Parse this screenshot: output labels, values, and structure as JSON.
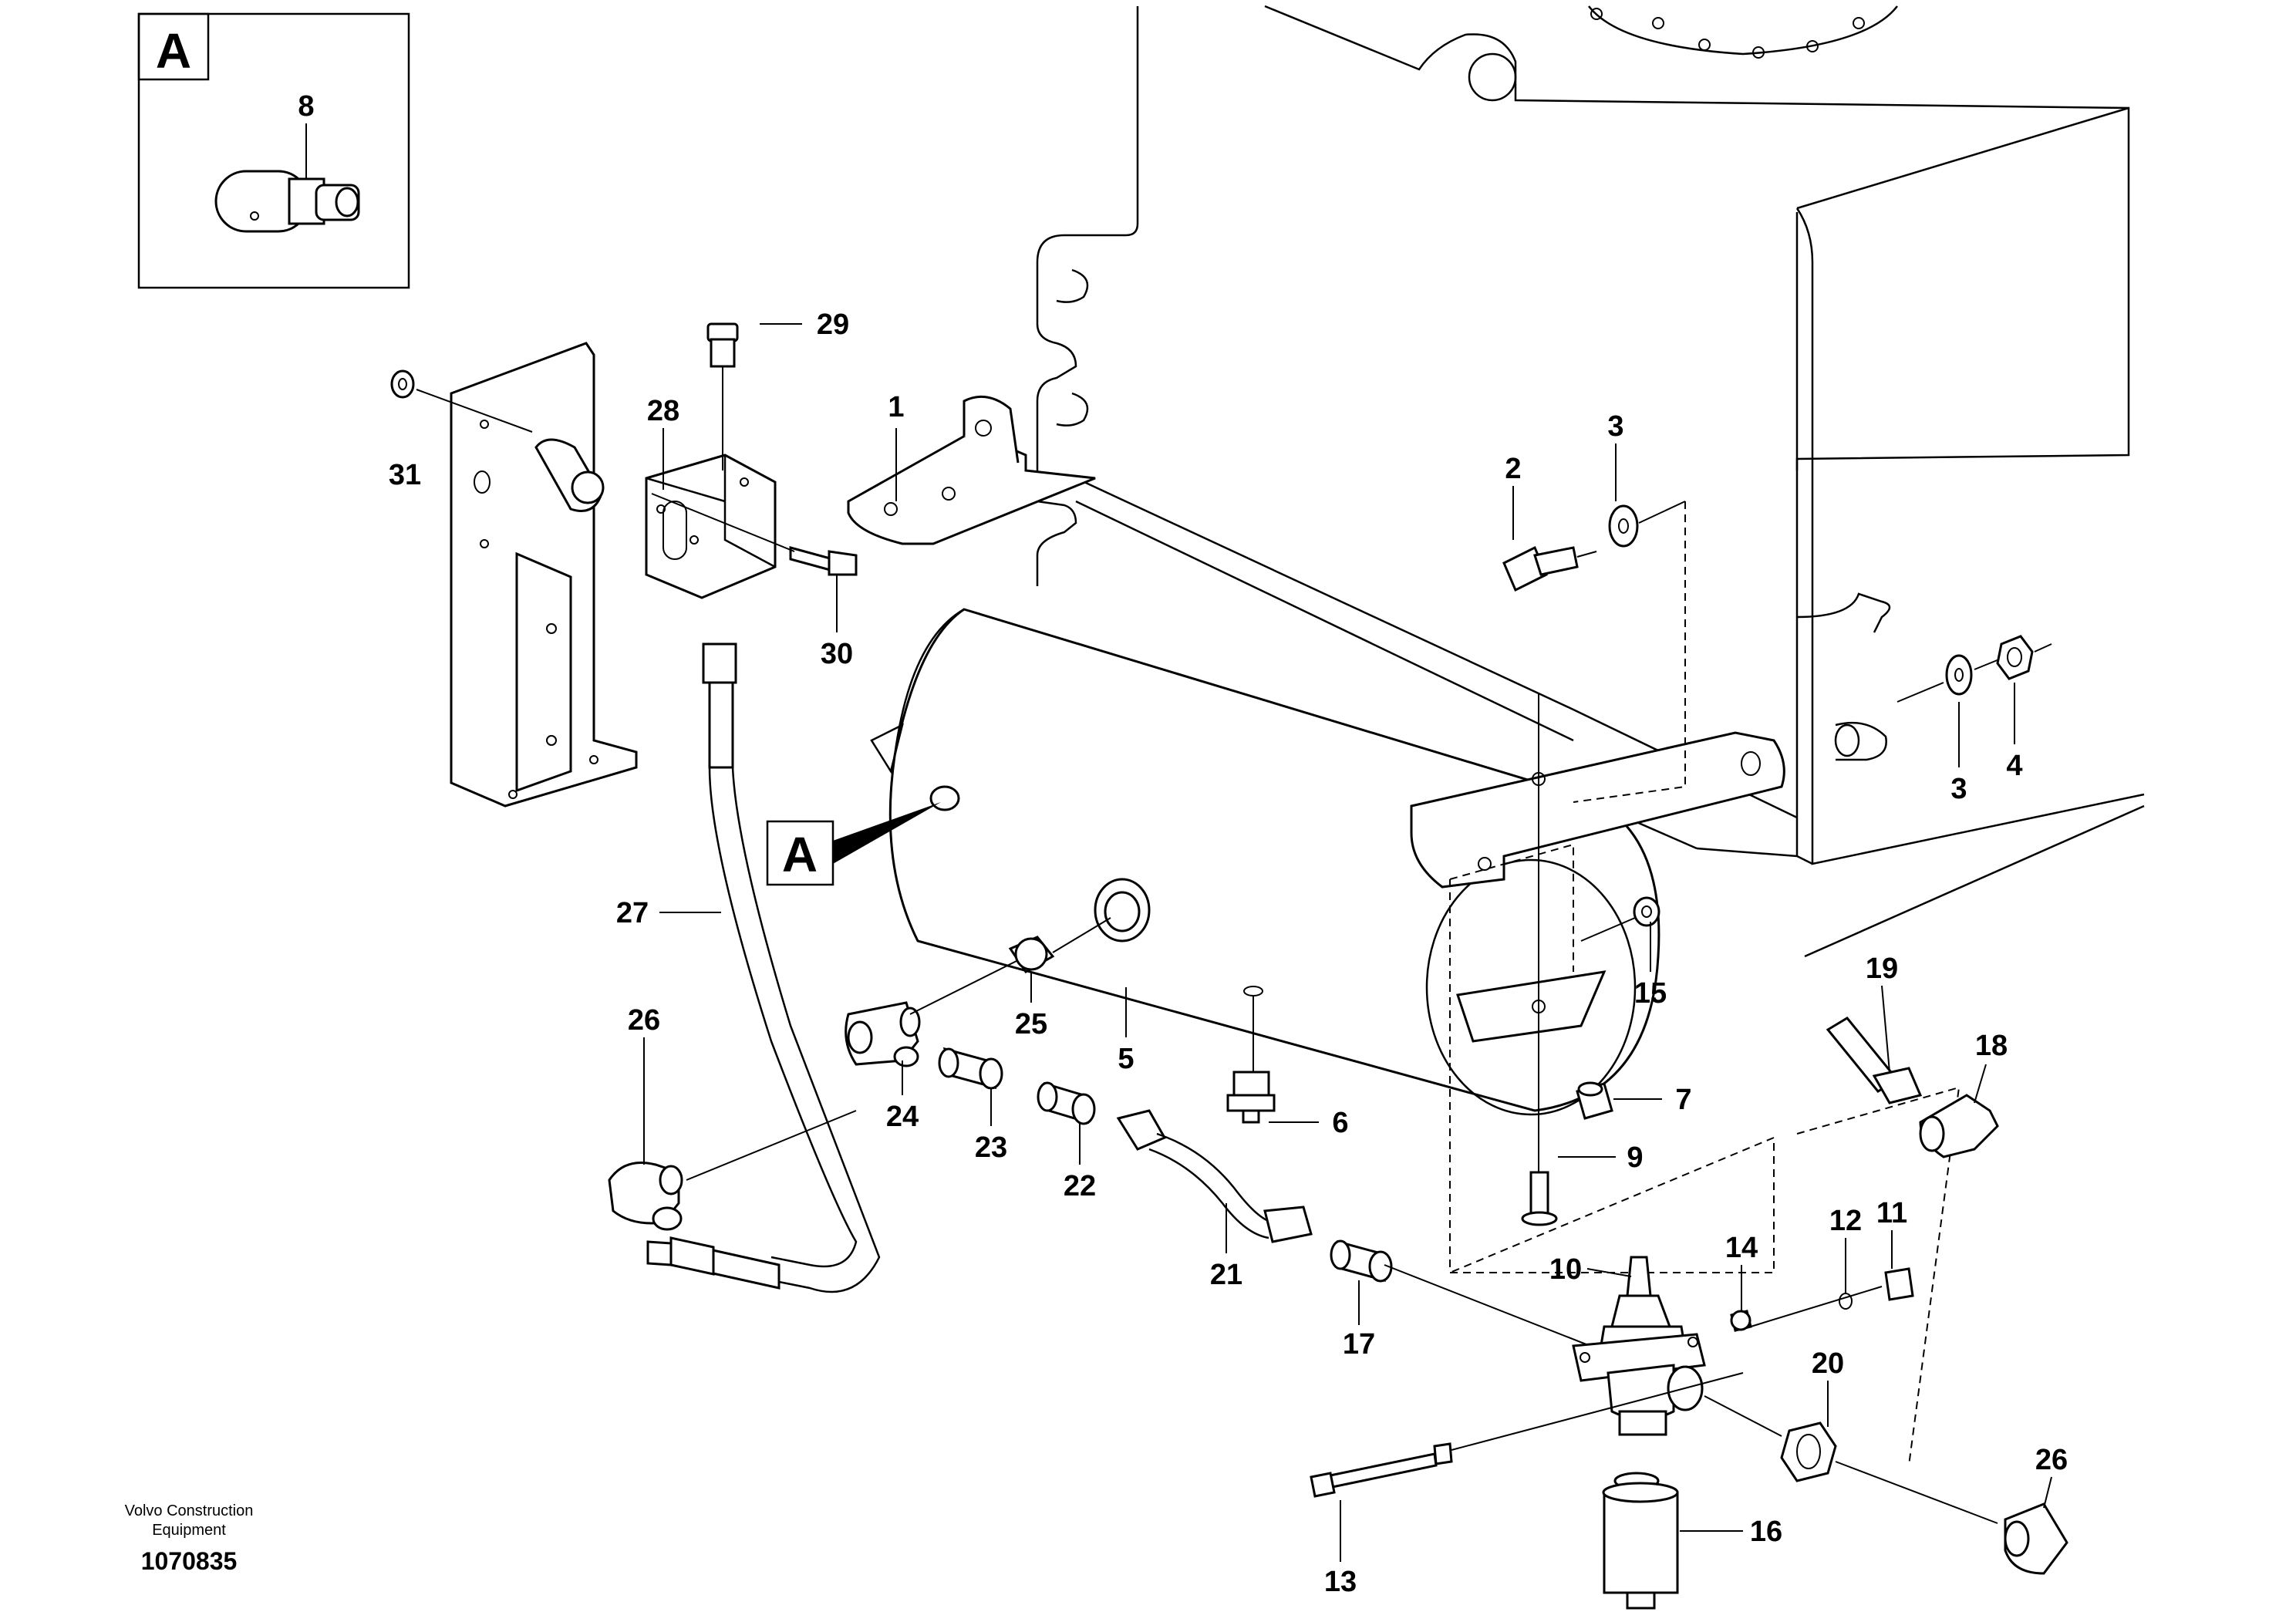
{
  "inset": {
    "letter": "A",
    "part_number": "8"
  },
  "detail_marker": {
    "letter": "A"
  },
  "callouts": {
    "c1": "1",
    "c2": "2",
    "c3a": "3",
    "c3b": "3",
    "c4": "4",
    "c5": "5",
    "c6": "6",
    "c7": "7",
    "c9": "9",
    "c10": "10",
    "c11": "11",
    "c12": "12",
    "c13": "13",
    "c14": "14",
    "c15": "15",
    "c16": "16",
    "c17": "17",
    "c18": "18",
    "c19": "19",
    "c20": "20",
    "c21": "21",
    "c22": "22",
    "c23": "23",
    "c24": "24",
    "c25": "25",
    "c26a": "26",
    "c26b": "26",
    "c27": "27",
    "c28": "28",
    "c29": "29",
    "c30": "30",
    "c31": "31"
  },
  "footer": {
    "company_line1": "Volvo Construction",
    "company_line2": "Equipment",
    "drawing_id": "1070835"
  }
}
